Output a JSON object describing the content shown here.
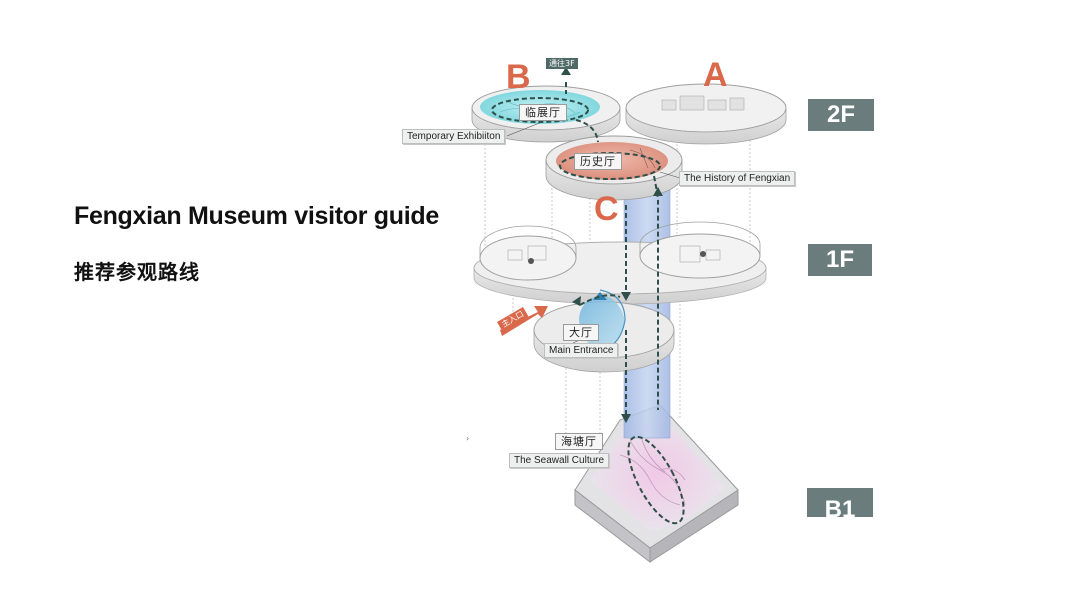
{
  "title": {
    "english": "Fengxian Museum visitor guide",
    "chinese": "推荐参观路线"
  },
  "floors": [
    "2F",
    "1F",
    "B1"
  ],
  "zones": {
    "a": "A",
    "b": "B",
    "c": "C"
  },
  "rooms": {
    "temporary_cn": "临展厅",
    "temporary_en": "Temporary Exhibiiton",
    "history_cn": "历史厅",
    "history_en": "The History of Fengxian",
    "hall_cn": "大厅",
    "hall_en": "Main Entrance",
    "seawall_cn": "海塘厅",
    "seawall_en": "The Seawall Culture"
  },
  "tags": {
    "to_3f": "通往3F",
    "main_entry": "主入口"
  },
  "misc": {
    "mark": "›"
  },
  "colors": {
    "accent": "#d9694a",
    "floor_badge": "#6b7c7d",
    "route": "#2f4f4a",
    "blue_shaft": "#a9c0e6",
    "cyan_zone": "#9fe3e8",
    "salmon_zone": "#e8a08f",
    "pink_zone": "#e8a6d6"
  }
}
